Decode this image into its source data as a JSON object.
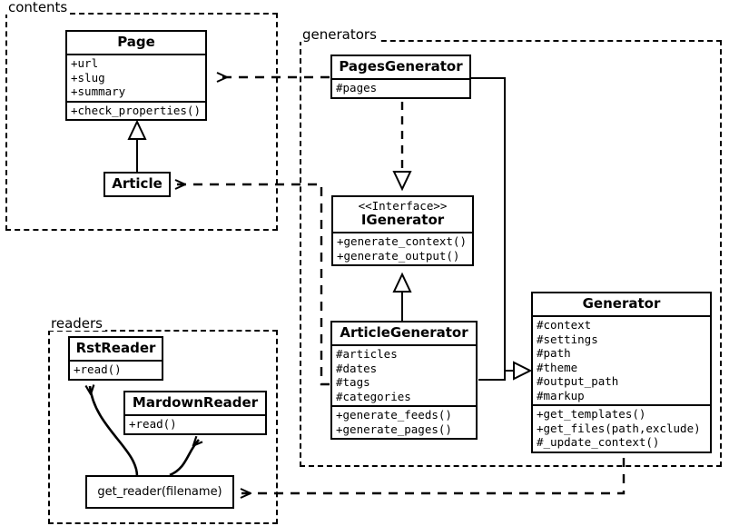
{
  "diagram": {
    "title": "Pelican architecture UML class diagram",
    "stroke_color": "#000000",
    "background": "#ffffff"
  },
  "packages": [
    {
      "id": "contents",
      "label": "contents"
    },
    {
      "id": "generators",
      "label": "generators"
    },
    {
      "id": "readers",
      "label": "readers"
    }
  ],
  "classes": {
    "page": {
      "name": "Page",
      "attributes": [
        "+url",
        "+slug",
        "+summary"
      ],
      "methods": [
        "+check_properties()"
      ]
    },
    "article": {
      "name": "Article",
      "attributes": [],
      "methods": []
    },
    "pages_generator": {
      "name": "PagesGenerator",
      "attributes": [
        "#pages"
      ],
      "methods": []
    },
    "igenerator": {
      "stereotype": "<<Interface>>",
      "name": "IGenerator",
      "attributes": [],
      "methods": [
        "+generate_context()",
        "+generate_output()"
      ]
    },
    "article_generator": {
      "name": "ArticleGenerator",
      "attributes": [
        "#articles",
        "#dates",
        "#tags",
        "#categories"
      ],
      "methods": [
        "+generate_feeds()",
        "+generate_pages()"
      ]
    },
    "generator": {
      "name": "Generator",
      "attributes": [
        "#context",
        "#settings",
        "#path",
        "#theme",
        "#output_path",
        "#markup"
      ],
      "methods": [
        "+get_templates()",
        "+get_files(path,exclude)",
        "#_update_context()"
      ]
    },
    "rst_reader": {
      "name": "RstReader",
      "attributes": [],
      "methods": [
        "+read()"
      ]
    },
    "mardown_reader": {
      "name": "MardownReader",
      "attributes": [],
      "methods": [
        "+read()"
      ]
    },
    "get_reader": {
      "name": "get_reader(filename)"
    }
  },
  "relations": [
    {
      "id": "article-inherits-page",
      "type": "generalization",
      "from": "Article",
      "to": "Page",
      "style": "solid"
    },
    {
      "id": "pagesgenerator-realizes-igenerator",
      "type": "realization",
      "from": "PagesGenerator",
      "to": "IGenerator",
      "style": "dashed"
    },
    {
      "id": "articlegenerator-realizes-igenerator",
      "type": "realization",
      "from": "ArticleGenerator",
      "to": "IGenerator",
      "style": "solid"
    },
    {
      "id": "pagesgenerator-inherits-generator",
      "type": "generalization",
      "from": "PagesGenerator",
      "to": "Generator",
      "style": "solid"
    },
    {
      "id": "articlegenerator-inherits-generator",
      "type": "generalization",
      "from": "ArticleGenerator",
      "to": "Generator",
      "style": "solid"
    },
    {
      "id": "pagesgenerator-uses-page",
      "type": "dependency",
      "from": "PagesGenerator",
      "to": "Page",
      "style": "dashed"
    },
    {
      "id": "articlegenerator-uses-article",
      "type": "dependency",
      "from": "ArticleGenerator",
      "to": "Article",
      "style": "dashed"
    },
    {
      "id": "generator-uses-get-reader",
      "type": "dependency",
      "from": "Generator",
      "to": "get_reader(filename)",
      "style": "dashed"
    },
    {
      "id": "get-reader-returns-rstreader",
      "type": "dependency",
      "from": "get_reader(filename)",
      "to": "RstReader",
      "style": "solid-curved"
    },
    {
      "id": "get-reader-returns-mardownreader",
      "type": "dependency",
      "from": "get_reader(filename)",
      "to": "MardownReader",
      "style": "solid-curved"
    }
  ]
}
